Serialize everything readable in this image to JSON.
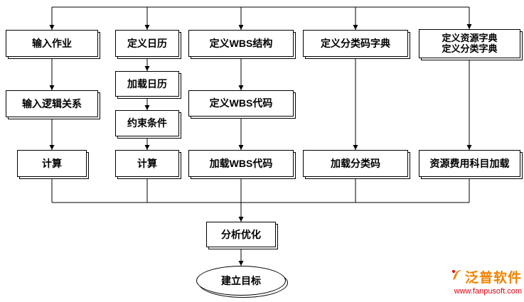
{
  "flowchart": {
    "row1": {
      "input_job": "输入作业",
      "define_calendar": "定义日历",
      "define_wbs_structure": "定义WBS结构",
      "define_classcode_dict": "定义分类码字典",
      "define_resource_dict_line1": "定义资源字典",
      "define_resource_dict_line2": "定义分类字典"
    },
    "row2": {
      "input_logic": "输入逻辑关系",
      "load_calendar": "加载日历",
      "constraints": "约束条件",
      "define_wbs_code": "定义WBS代码"
    },
    "row3": {
      "calc1": "计算",
      "calc2": "计算",
      "load_wbs_code": "加载WBS代码",
      "load_classcode": "加载分类码",
      "load_resource_cost": "资源费用科目加载"
    },
    "bottom": {
      "analyze": "分析优化",
      "goal": "建立目标"
    },
    "colors": {
      "line": "#000000",
      "box_bg": "#ffffff"
    }
  },
  "logo": {
    "name": "泛普软件",
    "url": "www.fanpusoft.com",
    "name_color": "#f08300",
    "url_color": "#e60012"
  }
}
